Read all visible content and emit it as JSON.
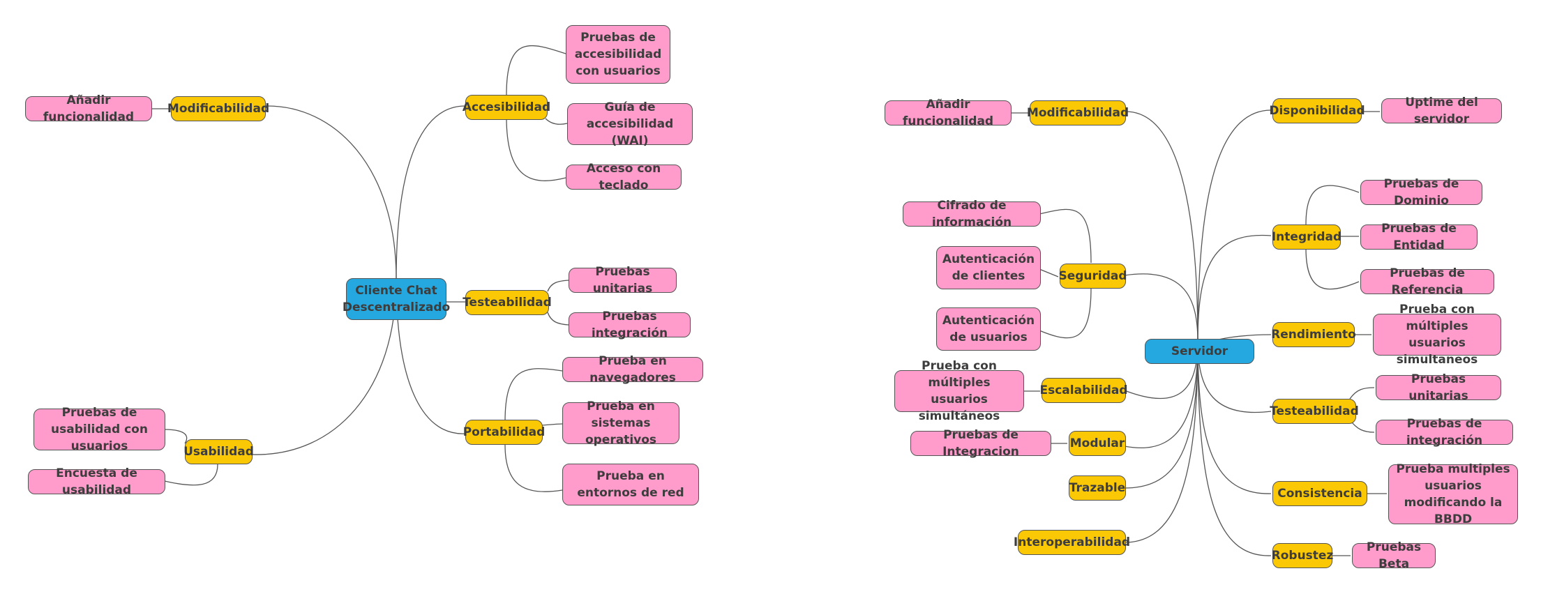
{
  "left_map": {
    "root": "Cliente Chat Descentralizado",
    "branches": [
      {
        "label": "Modificabilidad",
        "children": [
          "Añadir funcionalidad"
        ]
      },
      {
        "label": "Usabilidad",
        "children": [
          "Pruebas de usabilidad con usuarios",
          "Encuesta de usabilidad"
        ]
      },
      {
        "label": "Accesibilidad",
        "children": [
          "Pruebas de accesibilidad con usuarios",
          "Guía de accesibilidad (WAI)",
          "Acceso con teclado"
        ]
      },
      {
        "label": "Testeabilidad",
        "children": [
          "Pruebas unitarias",
          "Pruebas integración"
        ]
      },
      {
        "label": "Portabilidad",
        "children": [
          "Prueba en navegadores",
          "Prueba en sistemas operativos",
          "Prueba en entornos de red"
        ]
      }
    ]
  },
  "right_map": {
    "root": "Servidor",
    "branches": [
      {
        "label": "Modificabilidad",
        "children": [
          "Añadir funcionalidad"
        ]
      },
      {
        "label": "Seguridad",
        "children": [
          "Cifrado de información",
          "Autenticación de clientes",
          "Autenticación de usuarios"
        ]
      },
      {
        "label": "Escalabilidad",
        "children": [
          "Prueba con múltiples usuarios simultáneos"
        ]
      },
      {
        "label": "Modular",
        "children": [
          "Pruebas de Integracion"
        ]
      },
      {
        "label": "Trazable",
        "children": []
      },
      {
        "label": "Interoperabilidad",
        "children": []
      },
      {
        "label": "Disponibilidad",
        "children": [
          "Uptime del servidor"
        ]
      },
      {
        "label": "Integridad",
        "children": [
          "Pruebas de Dominio",
          "Pruebas de Entidad",
          "Pruebas de Referencia"
        ]
      },
      {
        "label": "Rendimiento",
        "children": [
          "Prueba con múltiples usuarios simultaneos"
        ]
      },
      {
        "label": "Testeabilidad",
        "children": [
          "Pruebas unitarias",
          "Pruebas de integración"
        ]
      },
      {
        "label": "Consistencia",
        "children": [
          "Prueba multiples usuarios modificando la BBDD"
        ]
      },
      {
        "label": "Robustez",
        "children": [
          "Pruebas Beta"
        ]
      }
    ]
  }
}
